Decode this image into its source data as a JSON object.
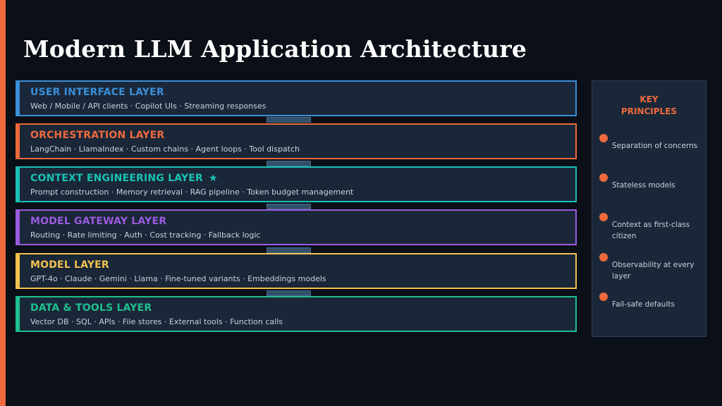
{
  "slide": {
    "title": "Modern LLM Application Architecture"
  },
  "layers": [
    {
      "name": "USER INTERFACE LAYER",
      "description": "Web / Mobile / API clients · Copilot UIs · Streaming responses",
      "color": "#3b8fd8"
    },
    {
      "name": "ORCHESTRATION LAYER",
      "description": "LangChain · LlamaIndex · Custom chains · Agent loops · Tool dispatch",
      "color": "#ee6a3c"
    },
    {
      "name": "CONTEXT ENGINEERING LAYER",
      "badge": "★",
      "description": "Prompt construction · Memory retrieval · RAG pipeline · Token budget management",
      "color": "#19c2b4"
    },
    {
      "name": "MODEL GATEWAY LAYER",
      "description": "Routing · Rate limiting · Auth · Cost tracking · Fallback logic",
      "color": "#9b5be0"
    },
    {
      "name": "MODEL LAYER",
      "description": "GPT-4o · Claude · Gemini · Llama · Fine-tuned variants · Embeddings models",
      "color": "#f2c14e"
    },
    {
      "name": "DATA & TOOLS LAYER",
      "description": "Vector DB · SQL · APIs · File stores · External tools · Function calls",
      "color": "#1fbf8f"
    }
  ],
  "principles": {
    "title_line1": "KEY",
    "title_line2": "PRINCIPLES",
    "items": [
      "Separation of concerns",
      "Stateless models",
      "Context as first-class citizen",
      "Observability at every layer",
      "Fail-safe defaults"
    ],
    "accent": "#ee6a3c"
  },
  "icons": {
    "layer_badge": "star-icon",
    "bullet": "dot-icon"
  }
}
